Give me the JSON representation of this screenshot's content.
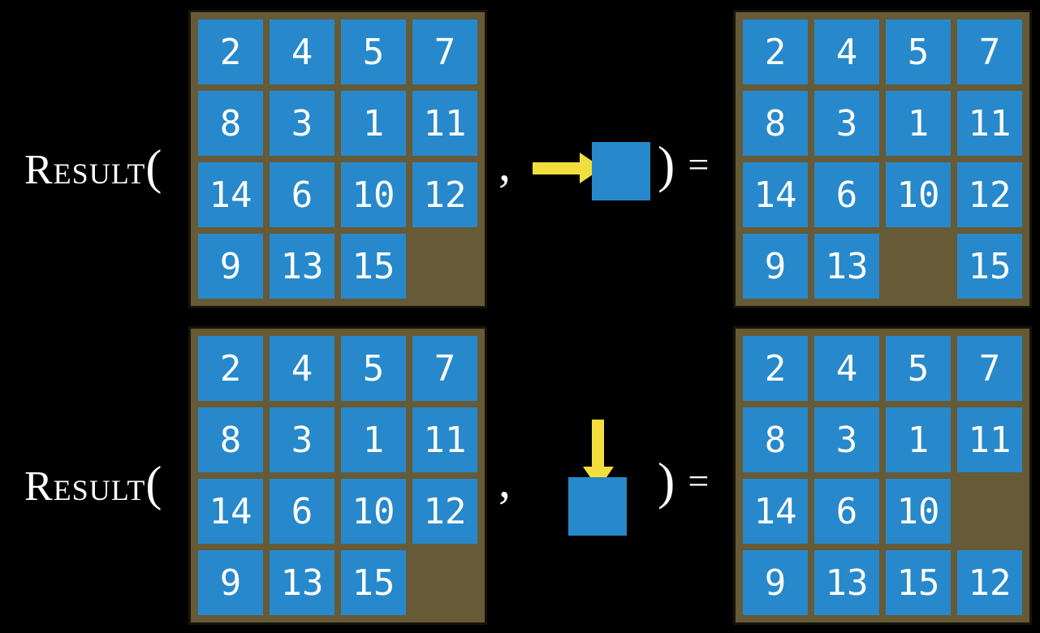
{
  "colors": {
    "background": "#000000",
    "board-bg": "#665A37",
    "board-border": "#17130A",
    "tile-bg": "#2789CB",
    "tile-text": "#FFFFFF",
    "arrow": "#F2DE3C",
    "text": "#FFFFFF"
  },
  "notation": {
    "function_name": "Result",
    "open_paren": "(",
    "comma": ",",
    "close_paren": ")",
    "equals": "="
  },
  "examples": [
    {
      "action": "right",
      "arrow_icon": "move-right-arrow-icon",
      "before": [
        [
          "2",
          "4",
          "5",
          "7"
        ],
        [
          "8",
          "3",
          "1",
          "11"
        ],
        [
          "14",
          "6",
          "10",
          "12"
        ],
        [
          "9",
          "13",
          "15",
          ""
        ]
      ],
      "after": [
        [
          "2",
          "4",
          "5",
          "7"
        ],
        [
          "8",
          "3",
          "1",
          "11"
        ],
        [
          "14",
          "6",
          "10",
          "12"
        ],
        [
          "9",
          "13",
          "",
          "15"
        ]
      ]
    },
    {
      "action": "down",
      "arrow_icon": "move-down-arrow-icon",
      "before": [
        [
          "2",
          "4",
          "5",
          "7"
        ],
        [
          "8",
          "3",
          "1",
          "11"
        ],
        [
          "14",
          "6",
          "10",
          "12"
        ],
        [
          "9",
          "13",
          "15",
          ""
        ]
      ],
      "after": [
        [
          "2",
          "4",
          "5",
          "7"
        ],
        [
          "8",
          "3",
          "1",
          "11"
        ],
        [
          "14",
          "6",
          "10",
          ""
        ],
        [
          "9",
          "13",
          "15",
          "12"
        ]
      ]
    }
  ]
}
